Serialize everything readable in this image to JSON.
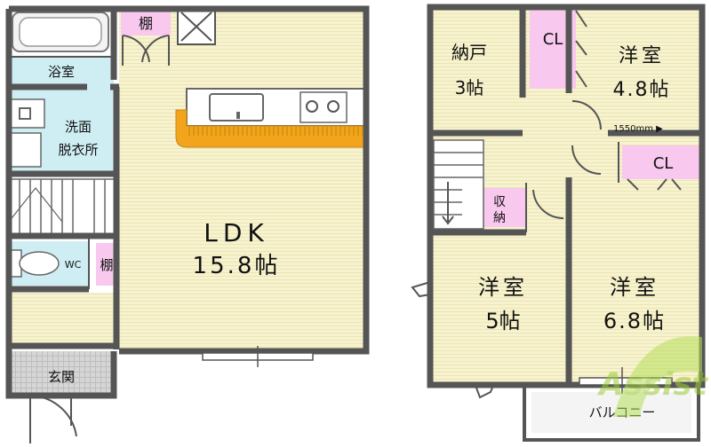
{
  "rooms": {
    "ldk": {
      "name": "LDK",
      "size": "15.8帖"
    },
    "bath": {
      "name": "浴室"
    },
    "washroom": {
      "line1": "洗面",
      "line2": "脱衣所"
    },
    "toilet": {
      "name": "WC"
    },
    "entrance": {
      "name": "玄関"
    },
    "storage_1f_top": {
      "name": "棚"
    },
    "storage_1f_side": {
      "name": "棚"
    },
    "nando": {
      "name": "納戸",
      "size": "3帖"
    },
    "bedroom_48": {
      "name": "洋室",
      "size": "4.8帖"
    },
    "bedroom_5": {
      "name": "洋室",
      "size": "5帖"
    },
    "bedroom_68": {
      "name": "洋室",
      "size": "6.8帖"
    },
    "closet_upper": {
      "name": "CL"
    },
    "closet_mid": {
      "name": "CL"
    },
    "storage_2f": {
      "line1": "収",
      "line2": "納"
    },
    "balcony": {
      "name": "バルコニー"
    }
  },
  "dimension_note": "1550mm ▶",
  "watermark": "Assist",
  "colors": {
    "floor": "#f6f2cc",
    "wet_area": "#cfeef4",
    "storage": "#f8c8ee",
    "counter": "#f2a51c",
    "entrance_tile": "#d9d9d9",
    "wall": "#555555"
  }
}
